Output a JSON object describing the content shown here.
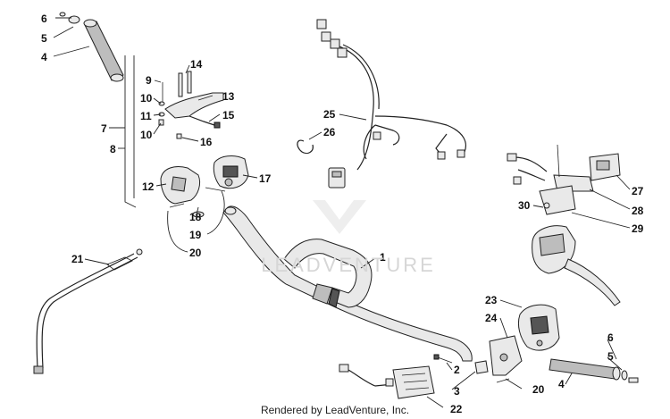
{
  "diagram": {
    "watermark": "LEADVENTURE",
    "credit": "Rendered by LeadVenture, Inc.",
    "callouts": [
      "6",
      "5",
      "4",
      "14",
      "9",
      "13",
      "10",
      "11",
      "15",
      "7",
      "10",
      "16",
      "8",
      "17",
      "12",
      "18",
      "19",
      "20",
      "25",
      "26",
      "27",
      "28",
      "30",
      "29",
      "1",
      "21",
      "23",
      "24",
      "6",
      "5",
      "4",
      "2",
      "20",
      "3",
      "22"
    ]
  }
}
